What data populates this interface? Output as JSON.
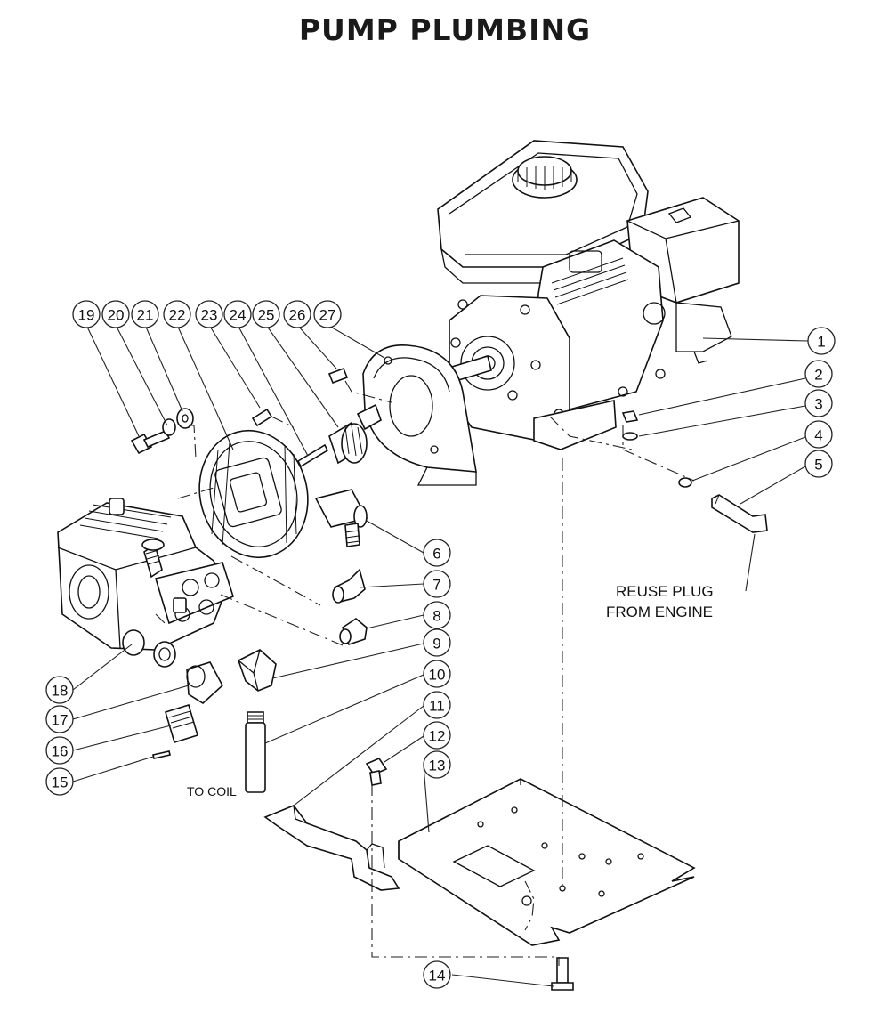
{
  "title": "PUMP PLUMBING",
  "notes": {
    "reuse_line1": "REUSE PLUG",
    "reuse_line2": "FROM ENGINE",
    "to_coil": "TO COIL"
  },
  "callouts": [
    "1",
    "2",
    "3",
    "4",
    "5",
    "6",
    "7",
    "8",
    "9",
    "10",
    "11",
    "12",
    "13",
    "14",
    "15",
    "16",
    "17",
    "18",
    "19",
    "20",
    "21",
    "22",
    "23",
    "24",
    "25",
    "26",
    "27"
  ]
}
